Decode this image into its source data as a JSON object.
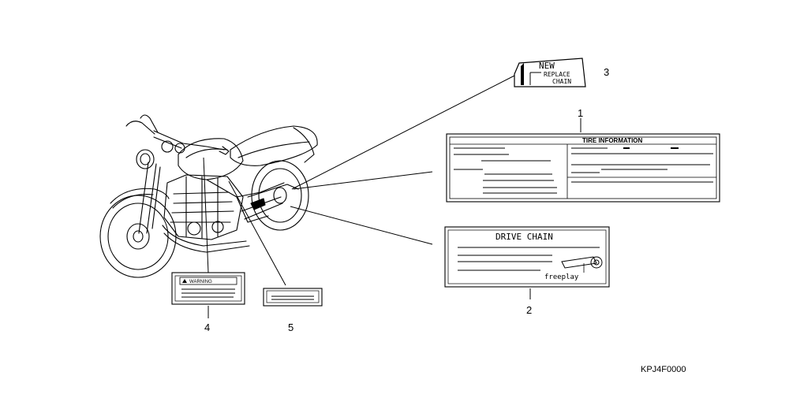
{
  "diagram_code": "KPJ4F0000",
  "callouts": {
    "c1": "1",
    "c2": "2",
    "c3": "3",
    "c4": "4",
    "c5": "5"
  },
  "labels": {
    "new_replace_chain": {
      "line1": "NEW",
      "line2": "REPLACE",
      "line3": "CHAIN"
    },
    "tire_information": {
      "title": "TIRE INFORMATION"
    },
    "drive_chain": {
      "title": "DRIVE CHAIN",
      "note": "freeplay"
    },
    "warning": {
      "title": "WARNING"
    }
  }
}
